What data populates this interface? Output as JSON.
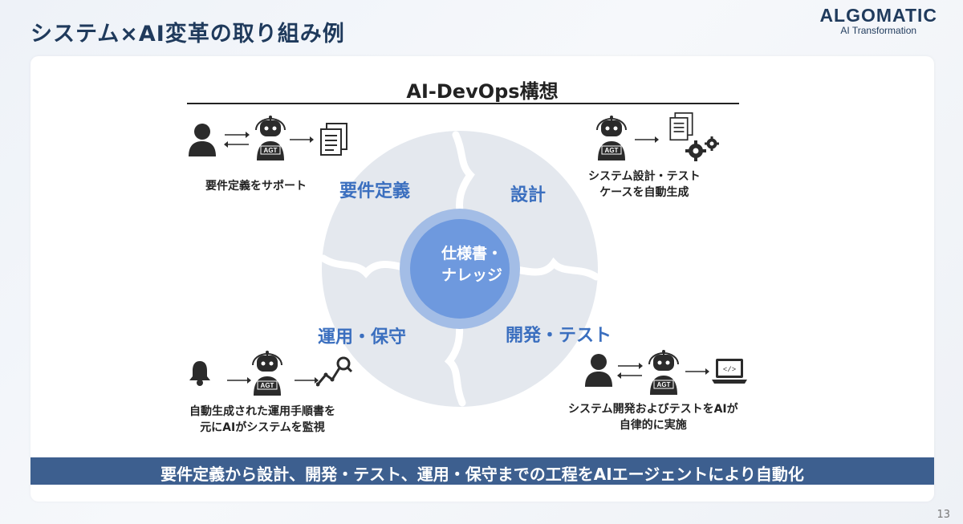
{
  "slide": {
    "title": "システム×AI変革の取り組み例",
    "page_number": "13"
  },
  "logo": {
    "name": "ALGOMATIC",
    "tagline": "AI Transformation"
  },
  "diagram": {
    "title": "AI-DevOps構想",
    "center": {
      "line1": "仕様書・",
      "line2": "ナレッジ"
    },
    "phases": {
      "requirements": "要件定義",
      "design": "設計",
      "dev_test": "開発・テスト",
      "ops": "運用・保守"
    },
    "captions": {
      "requirements": "要件定義をサポート",
      "design_line1": "システム設計・テスト",
      "design_line2": "ケースを自動生成",
      "ops_line1": "自動生成された運用手順書を",
      "ops_line2": "元にAIがシステムを監視",
      "dev_line1": "システム開発およびテストをAIが",
      "dev_line2": "自律的に実施"
    },
    "agent_label": "AGT"
  },
  "summary": "要件定義から設計、開発・テスト、運用・保守までの工程をAIエージェントにより自動化",
  "colors": {
    "accent": "#3b6fbf",
    "cycle_fill": "#e4e8ee",
    "center_outer": "#a3bde6",
    "center_inner": "#6e99de",
    "bar": "#3d5f8f"
  }
}
